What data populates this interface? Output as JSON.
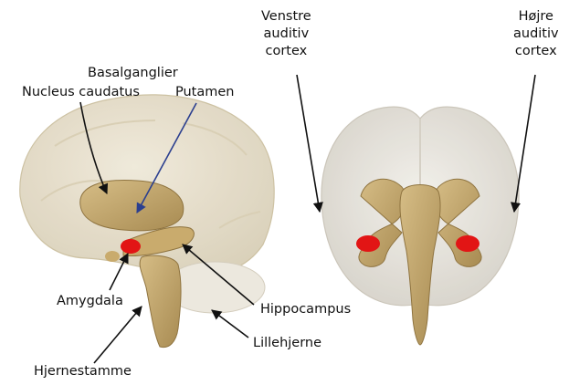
{
  "labels": {
    "basalganglier": "Basalganglier",
    "nucleus_caudatus": "Nucleus caudatus",
    "putamen": "Putamen",
    "venstre_auditiv_cortex": [
      "Venstre",
      "auditiv",
      "cortex"
    ],
    "hojre_auditiv_cortex": [
      "Højre",
      "auditiv",
      "cortex"
    ],
    "amygdala": "Amygdala",
    "hippocampus": "Hippocampus",
    "lillehjerne": "Lillehjerne",
    "hjernestamme": "Hjernestamme"
  },
  "colors": {
    "brain_shell": "#e6dfcc",
    "deep_structure": "#c4a66a",
    "highlight_red": "#e21515",
    "pointer_black": "#111111",
    "pointer_blue": "#2b3f8f"
  }
}
